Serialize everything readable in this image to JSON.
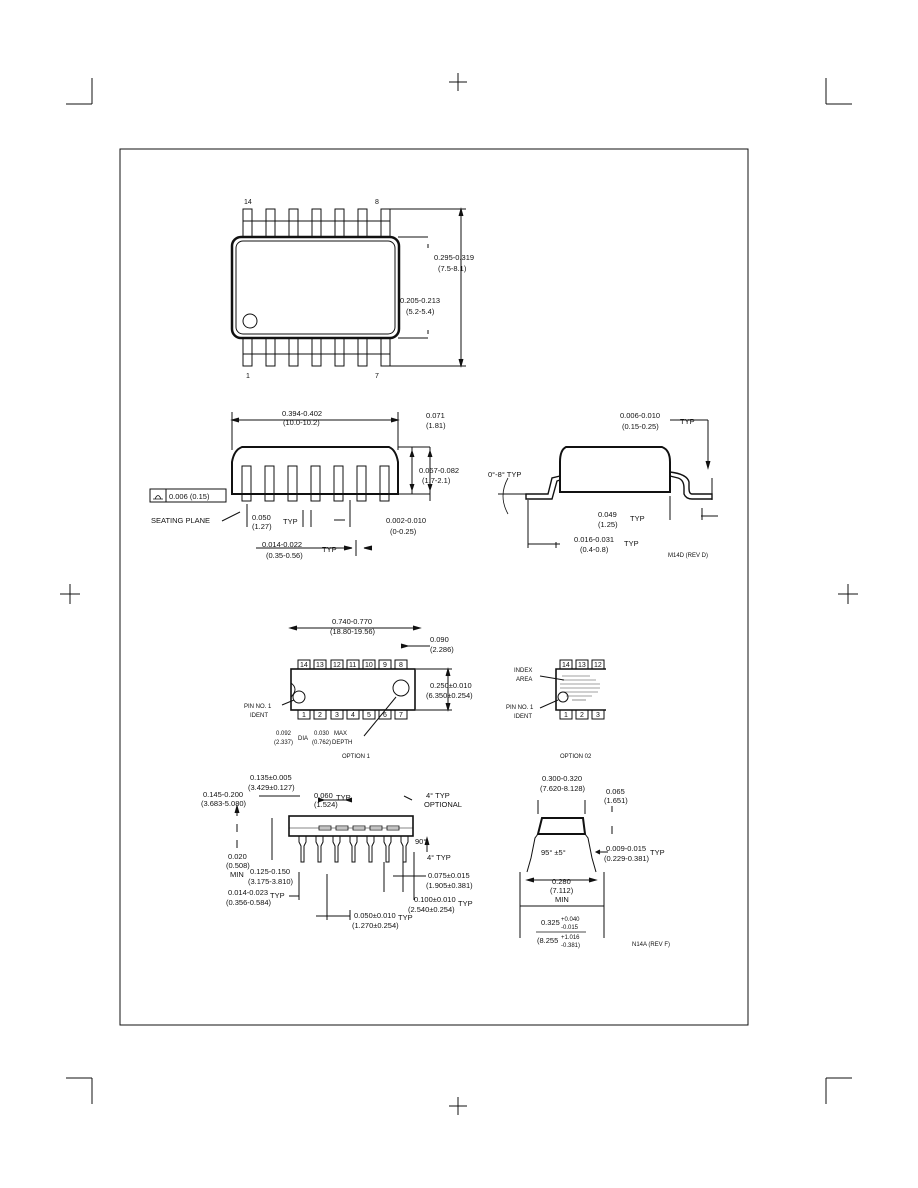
{
  "so14": {
    "top": {
      "pin_first": "14",
      "pin_last": "8",
      "pin_bottom_first": "1",
      "pin_bottom_last": "7",
      "width_in": "0.295-0.319",
      "width_mm": "(7.5-8.1)",
      "body_in": "0.205-0.213",
      "body_mm": "(5.2-5.4)"
    },
    "side": {
      "length_in": "0.394-0.402",
      "length_mm": "(10.0-10.2)",
      "height_in": "0.071",
      "height_mm": "(1.81)",
      "seated_in": "0.067-0.082",
      "seated_mm": "(1.7-2.1)",
      "flatness": "0.006 (0.15)",
      "seating_plane": "SEATING PLANE",
      "pitch_in": "0.050",
      "pitch_mm": "(1.27)",
      "pitch_typ": "TYP",
      "standoff_in": "0.002-0.010",
      "standoff_mm": "(0-0.25)",
      "lead_w_in": "0.014-0.022",
      "lead_w_mm": "(0.35-0.56)",
      "lead_w_typ": "TYP"
    },
    "end": {
      "thick_in": "0.006-0.010",
      "thick_mm": "(0.15-0.25)",
      "thick_typ": "TYP",
      "angle": "0°-8° TYP",
      "r_in": "0.049",
      "r_mm": "(1.25)",
      "r_typ": "TYP",
      "foot_in": "0.016-0.031",
      "foot_mm": "(0.4-0.8)",
      "foot_typ": "TYP"
    },
    "code": "M14D (REV D)"
  },
  "dip14": {
    "top": {
      "len_in": "0.740-0.770",
      "len_mm": "(18.80-19.56)",
      "end_in": "0.090",
      "end_mm": "(2.286)",
      "w_in": "0.250±0.010",
      "w_mm": "(6.350±0.254)",
      "pins_top": [
        "14",
        "13",
        "12",
        "11",
        "10",
        "9",
        "8"
      ],
      "pins_bottom": [
        "1",
        "2",
        "3",
        "4",
        "5",
        "6",
        "7"
      ],
      "pin1_a": "PIN NO. 1",
      "pin1_b": "IDENT",
      "rad_in": "0.092",
      "rad_mm": "(2.337)",
      "rad_dia": "DIA",
      "depth_in": "0.030",
      "depth_mm": "(0.762)",
      "depth_max": "MAX",
      "depth_lbl": "DEPTH",
      "opt1": "OPTION 1",
      "opt2_pins": [
        "14",
        "13",
        "12"
      ],
      "opt2_bpins": [
        "1",
        "2",
        "3"
      ],
      "index_a": "INDEX",
      "index_b": "AREA",
      "pin1b_a": "PIN NO. 1",
      "pin1b_b": "IDENT",
      "opt2": "OPTION 02"
    },
    "side": {
      "a_in": "0.135±0.005",
      "a_mm": "(3.429±0.127)",
      "b_in": "0.145-0.200",
      "b_mm": "(3.683-5.080)",
      "c_in": "0.060",
      "c_mm": "(1.524)",
      "c_typ": "TYP",
      "ang": "4° TYP",
      "ang2": "OPTIONAL",
      "d_in": "0.020",
      "d_mm": "(0.508)",
      "d_min": "MIN",
      "e_in": "0.125-0.150",
      "e_mm": "(3.175-3.810)",
      "ang90": "90°",
      "ang90_typ": "4° TYP",
      "f_in": "0.075±0.015",
      "f_mm": "(1.905±0.381)",
      "g_in": "0.014-0.023",
      "g_mm": "(0.356-0.584)",
      "g_typ": "TYP",
      "h_in": "0.100±0.010",
      "h_mm": "(2.540±0.254)",
      "h_typ": "TYP",
      "i_in": "0.050±0.010",
      "i_mm": "(1.270±0.254)",
      "i_typ": "TYP"
    },
    "end": {
      "w_in": "0.300-0.320",
      "w_mm": "(7.620-8.128)",
      "a_in": "0.065",
      "a_mm": "(1.651)",
      "ang": "95° ±5°",
      "t_in": "0.009-0.015",
      "t_mm": "(0.229-0.381)",
      "t_typ": "TYP",
      "min_in": "0.280",
      "min_mm": "(7.112)",
      "min_lbl": "MIN",
      "s_in": "0.325",
      "s_tol_hi": "+0.040",
      "s_tol_lo": "-0.015",
      "s_mm": "(8.255",
      "s_mm_hi": "+1.016",
      "s_mm_lo": "-0.381)"
    },
    "code": "N14A (REV F)"
  }
}
